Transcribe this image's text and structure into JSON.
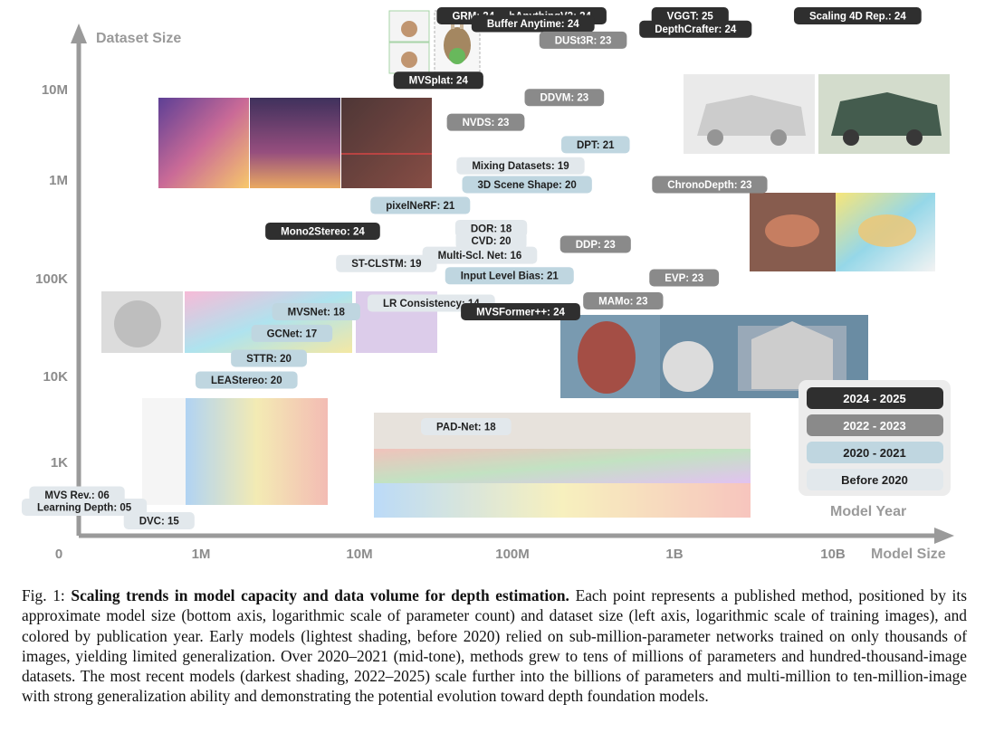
{
  "chart_data": {
    "type": "scatter",
    "title": "",
    "xlabel": "Model Size",
    "ylabel": "Dataset Size",
    "x_scale": "log",
    "y_scale": "log",
    "x_ticks": [
      "0",
      "1M",
      "10M",
      "100M",
      "1B",
      "10B"
    ],
    "y_ticks": [
      "1K",
      "10K",
      "100K",
      "1M",
      "10M"
    ],
    "legend_title": "Model Year",
    "legend_position": "bottom-right",
    "legend": [
      {
        "label": "2024 - 2025",
        "color": "#2f2f2f"
      },
      {
        "label": "2022 - 2023",
        "color": "#8a8a8a"
      },
      {
        "label": "2020 - 2021",
        "color": "#bfd6e0"
      },
      {
        "label": "Before 2020",
        "color": "#e2e8ec"
      }
    ],
    "points": [
      {
        "label": "DepthAnythingV2: 24",
        "group": 0,
        "x": 130000000.0,
        "y": 90000000.0
      },
      {
        "label": "GRM: 24",
        "group": 0,
        "x": 50000000.0,
        "y": 60000000.0
      },
      {
        "label": "Buffer Anytime: 24",
        "group": 0,
        "x": 120000000.0,
        "y": 40000000.0
      },
      {
        "label": "DUSt3R: 23",
        "group": 1,
        "x": 250000000.0,
        "y": 27000000.0
      },
      {
        "label": "VGGT: 25",
        "group": 0,
        "x": 1200000000.0,
        "y": 50000000.0
      },
      {
        "label": "DepthCrafter: 24",
        "group": 0,
        "x": 1300000000.0,
        "y": 35000000.0
      },
      {
        "label": "Scaling 4D Rep.: 24",
        "group": 0,
        "x": 14000000000.0,
        "y": 65000000.0
      },
      {
        "label": "MVSplat: 24",
        "group": 0,
        "x": 30000000.0,
        "y": 10500000.0
      },
      {
        "label": "DDVM: 23",
        "group": 1,
        "x": 190000000.0,
        "y": 7000000.0
      },
      {
        "label": "NVDS: 23",
        "group": 1,
        "x": 60000000.0,
        "y": 3900000.0
      },
      {
        "label": "DPT: 21",
        "group": 2,
        "x": 300000000.0,
        "y": 2300000.0
      },
      {
        "label": "Mixing Datasets: 19",
        "group": 3,
        "x": 100000000.0,
        "y": 1400000.0
      },
      {
        "label": "3D Scene Shape: 20",
        "group": 2,
        "x": 110000000.0,
        "y": 900000.0
      },
      {
        "label": "ChronoDepth: 23",
        "group": 1,
        "x": 1600000000.0,
        "y": 900000.0
      },
      {
        "label": "pixelNeRF: 21",
        "group": 2,
        "x": 23000000.0,
        "y": 550000.0
      },
      {
        "label": "Mono2Stereo: 24",
        "group": 0,
        "x": 5500000.0,
        "y": 300000.0
      },
      {
        "label": "DOR: 18",
        "group": 3,
        "x": 65000000.0,
        "y": 320000.0
      },
      {
        "label": "CVD: 20",
        "group": 3,
        "x": 65000000.0,
        "y": 240000.0
      },
      {
        "label": "DDP: 23",
        "group": 1,
        "x": 300000000.0,
        "y": 220000.0
      },
      {
        "label": "Multi-Scl. Net: 16",
        "group": 3,
        "x": 55000000.0,
        "y": 170000.0
      },
      {
        "label": "ST-CLSTM: 19",
        "group": 3,
        "x": 14000000.0,
        "y": 140000.0
      },
      {
        "label": "Input Level Bias: 21",
        "group": 2,
        "x": 85000000.0,
        "y": 105000.0
      },
      {
        "label": "EVP: 23",
        "group": 1,
        "x": 1100000000.0,
        "y": 100000.0
      },
      {
        "label": "LR Consistency: 14",
        "group": 3,
        "x": 27000000.0,
        "y": 55000.0
      },
      {
        "label": "MAMo: 23",
        "group": 1,
        "x": 450000000.0,
        "y": 58000.0
      },
      {
        "label": "MVSNet: 18",
        "group": 2,
        "x": 5000000.0,
        "y": 45000.0
      },
      {
        "label": "MVSFormer++: 24",
        "group": 0,
        "x": 100000000.0,
        "y": 45000.0
      },
      {
        "label": "GCNet: 17",
        "group": 2,
        "x": 3500000.0,
        "y": 27000.0
      },
      {
        "label": "STTR: 20",
        "group": 2,
        "x": 2500000.0,
        "y": 15000.0
      },
      {
        "label": "LEAStereo: 20",
        "group": 2,
        "x": 1800000.0,
        "y": 9000.0
      },
      {
        "label": "PAD-Net: 18",
        "group": 3,
        "x": 45000000.0,
        "y": 3000.0
      },
      {
        "label": "MVS Rev.: 06",
        "group": 3,
        "x": 150000.0,
        "y": 600.0
      },
      {
        "label": "Learning Depth: 05",
        "group": 3,
        "x": 140000.0,
        "y": 450.0
      },
      {
        "label": "DVC: 15",
        "group": 3,
        "x": 500000.0,
        "y": 240.0
      }
    ]
  },
  "caption": {
    "prefix": "Fig. 1: ",
    "bold": "Scaling trends in model capacity and data volume for depth estimation.",
    "text": " Each point represents a published method, positioned by its approximate model size (bottom axis, logarithmic scale of parameter count) and dataset size (left axis, logarithmic scale of training images), and colored by publication year. Early models (lightest shading, before 2020) relied on sub-million-parameter networks trained on only thousands of images, yielding limited generalization. Over 2020–2021 (mid-tone), methods grew to tens of millions of parameters and hundred-thousand-image datasets. The most recent models (darkest shading, 2022–2025) scale further into the billions of parameters and multi-million to ten-million-image with strong generalization ability and demonstrating the potential evolution toward depth foundation models."
  }
}
